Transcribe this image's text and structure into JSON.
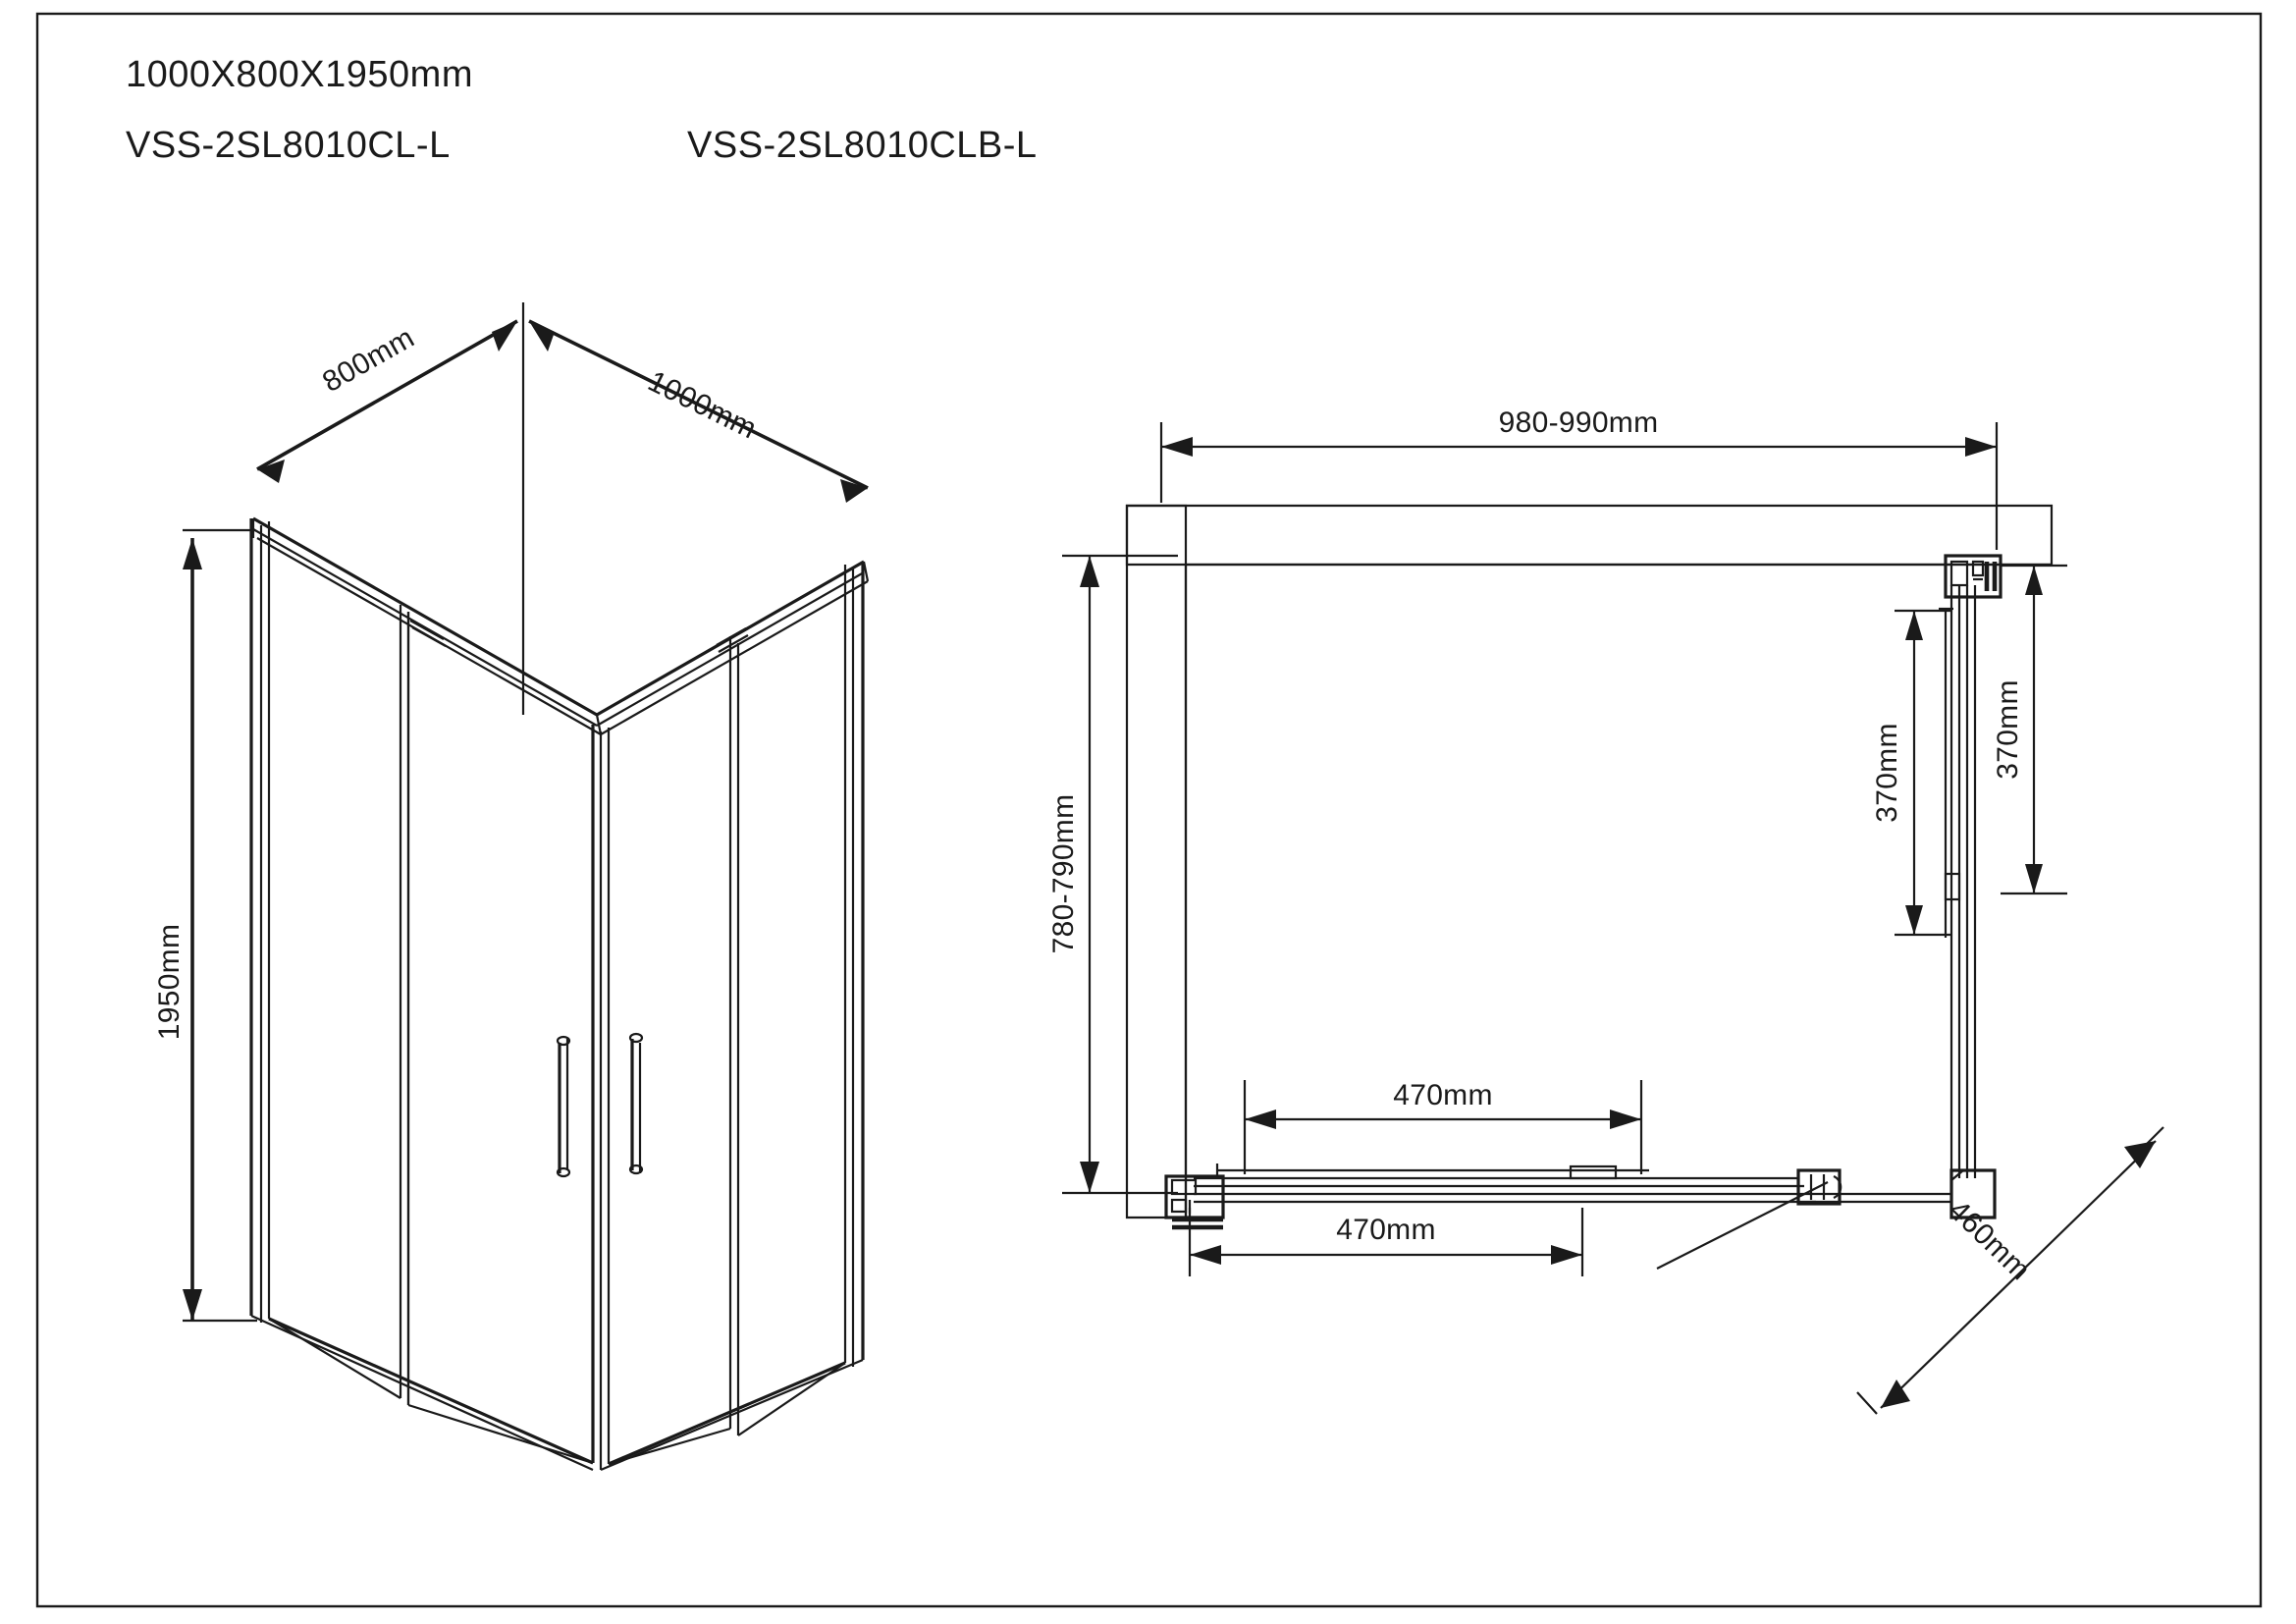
{
  "drawing": {
    "title": "1000X800X1950mm",
    "model_left": "VSS-2SL8010CL-L",
    "model_right": "VSS-2SL8010CLB-L"
  },
  "isometric_view": {
    "name": "shower-enclosure-isometric",
    "dimensions": {
      "depth": "800mm",
      "width": "1000mm",
      "height": "1950mm"
    }
  },
  "plan_view": {
    "name": "shower-enclosure-plan",
    "dimensions": {
      "top_width": "980-990mm",
      "left_height": "780-790mm",
      "right_panel_inner": "370mm",
      "right_panel_outer": "370mm",
      "bottom_door_inner": "470mm",
      "bottom_door_outer": "470mm",
      "diagonal_opening": "460mm"
    }
  },
  "colors": {
    "line": "#1a1a1a",
    "background": "#ffffff"
  }
}
